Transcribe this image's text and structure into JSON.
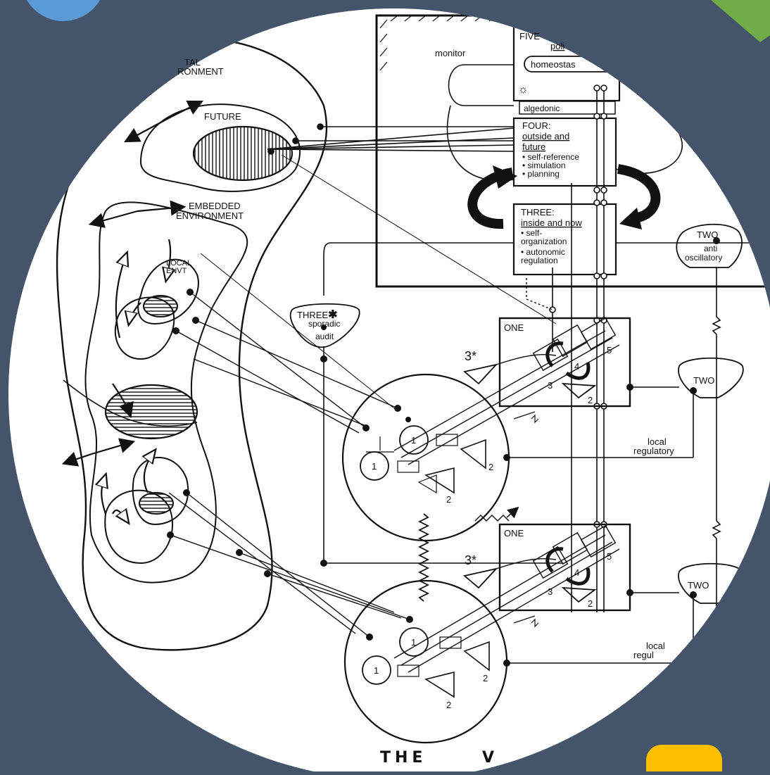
{
  "colors": {
    "background": "#44546a",
    "paper": "#ffffff",
    "ink": "#111111",
    "accent_blue": "#5b9bd5",
    "accent_green": "#70ad47",
    "accent_yellow": "#ffc000"
  },
  "environment": {
    "total_label_line1": "TAL",
    "total_label_line2": "RONMENT",
    "future_label": "FUTURE",
    "embedded_label_line1": "EMBEDDED",
    "embedded_label_line2": "ENVIRONMENT",
    "local_label_line1": "LOCAL",
    "local_label_line2": "ENVT"
  },
  "metasystem": {
    "monitor_label": "monitor",
    "five": {
      "title": "FIVE",
      "policy": "poli",
      "homeostat": "homeostas"
    },
    "algedonic_label": "algedonic",
    "four": {
      "title": "FOUR:",
      "line1": "outside and",
      "line2": "future",
      "bullets": [
        "self-reference",
        "simulation",
        "planning"
      ]
    },
    "three": {
      "title": "THREE:",
      "subtitle": "inside and now",
      "bullets": [
        "self-",
        "organization",
        "autonomic",
        "regulation"
      ]
    }
  },
  "two_anti": {
    "title": "TWO",
    "line1": "anti",
    "line2": "oscillatory"
  },
  "three_star": {
    "title": "THREE",
    "star": "✱",
    "line1": "sporadic",
    "line2": "audit"
  },
  "operations": [
    {
      "title": "ONE",
      "star_label": "3*",
      "two_label": "TWO",
      "num_3": "3",
      "num_4": "4",
      "num_5": "5",
      "num_2": "2",
      "circle_1a": "1",
      "circle_1b": "1",
      "tri_2a": "2",
      "tri_2b": "2",
      "local_line1": "local",
      "local_line2": "regulatory"
    },
    {
      "title": "ONE",
      "star_label": "3*",
      "two_label": "TWO",
      "num_3": "3",
      "num_4": "4",
      "num_5": "5",
      "num_2": "2",
      "circle_1a": "1",
      "circle_1b": "1",
      "tri_2a": "2",
      "tri_2b": "2",
      "local_line1": "local",
      "local_line2": "regul"
    }
  ],
  "caption": {
    "word1": "THE",
    "word2": "V"
  }
}
